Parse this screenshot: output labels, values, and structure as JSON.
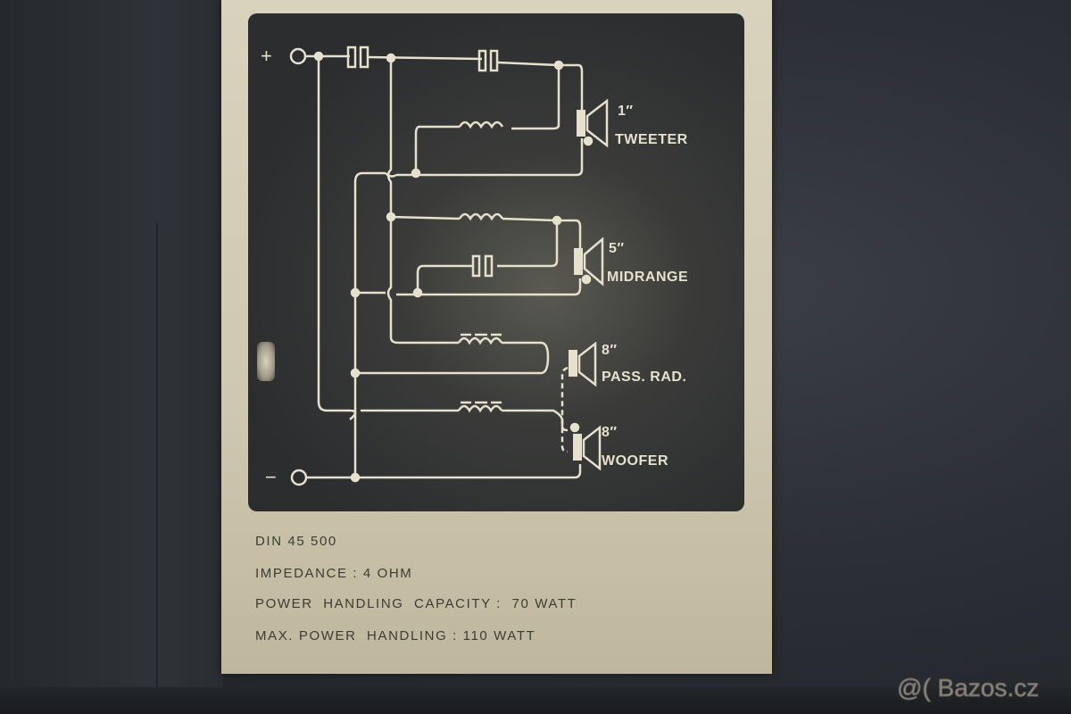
{
  "label": {
    "terminals": {
      "positive": "+",
      "negative": "−"
    },
    "drivers": [
      {
        "size": "1″",
        "name": "TWEETER"
      },
      {
        "size": "5″",
        "name": "MIDRANGE"
      },
      {
        "size": "8″",
        "name": "PASS. RAD."
      },
      {
        "size": "8″",
        "name": "WOOFER"
      }
    ],
    "specs": [
      "DIN 45 500",
      "IMPEDANCE : 4 OHM",
      "POWER  HANDLING  CAPACITY :  70 WATT",
      "MAX. POWER  HANDLING : 110 WATT"
    ]
  },
  "watermark": "@( Bazos.cz",
  "colors": {
    "label_paper": "#d2cbb3",
    "diagram_bg": "#2e3032",
    "diagram_lines": "#e6e0cc",
    "spec_text": "#3e3b33"
  }
}
